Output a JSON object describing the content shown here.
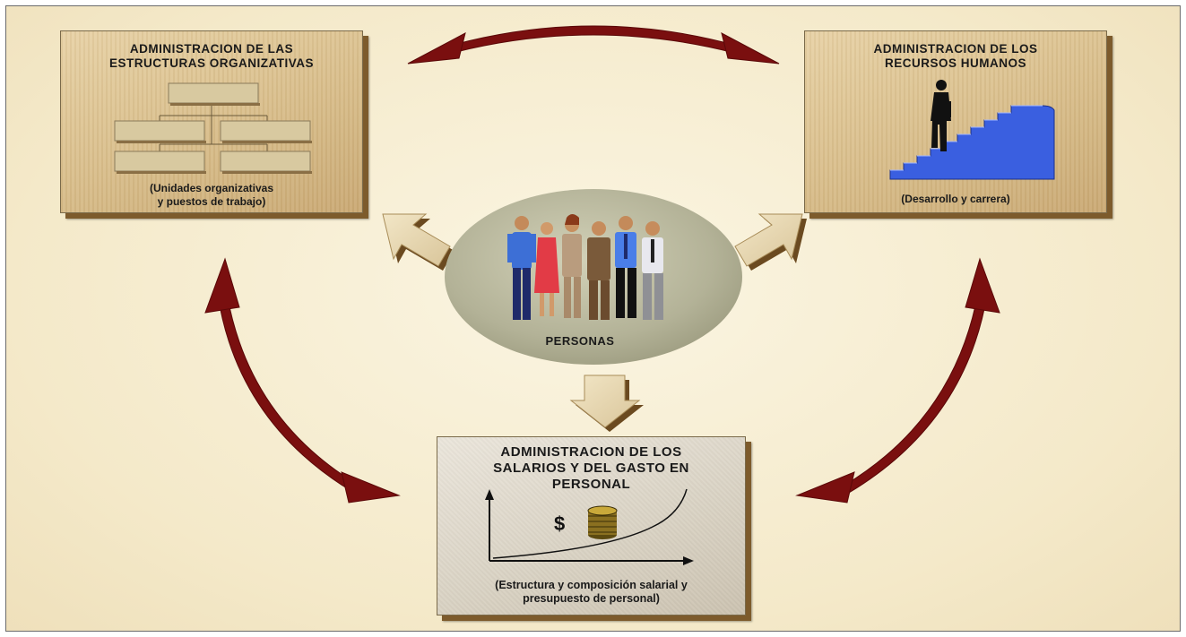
{
  "boxes": {
    "org": {
      "title_lines": [
        "ADMINISTRACION DE LAS",
        "ESTRUCTURAS ORGANIZATIVAS"
      ],
      "subtitle_lines": [
        "(Unidades organizativas",
        "y puestos de trabajo)"
      ]
    },
    "rrhh": {
      "title_lines": [
        "ADMINISTRACION DE LOS",
        "RECURSOS HUMANOS"
      ],
      "subtitle_lines": [
        "(Desarrollo y carrera)"
      ]
    },
    "salarios": {
      "title_lines": [
        "ADMINISTRACION DE LOS",
        "SALARIOS Y DEL GASTO EN",
        "PERSONAL"
      ],
      "currency_symbol": "$",
      "subtitle_lines": [
        "(Estructura y composición salarial y",
        "presupuesto de personal)"
      ]
    }
  },
  "center": {
    "label": "PERSONAS"
  },
  "colors": {
    "arrow_red": "#7a0f0f",
    "box_tan": "#dcc294",
    "box_grey": "#dbd5c8",
    "org_rect": "#d8c9a0",
    "stairs_blue": "#3a5fe0",
    "ellipse": "#b7b69a"
  }
}
